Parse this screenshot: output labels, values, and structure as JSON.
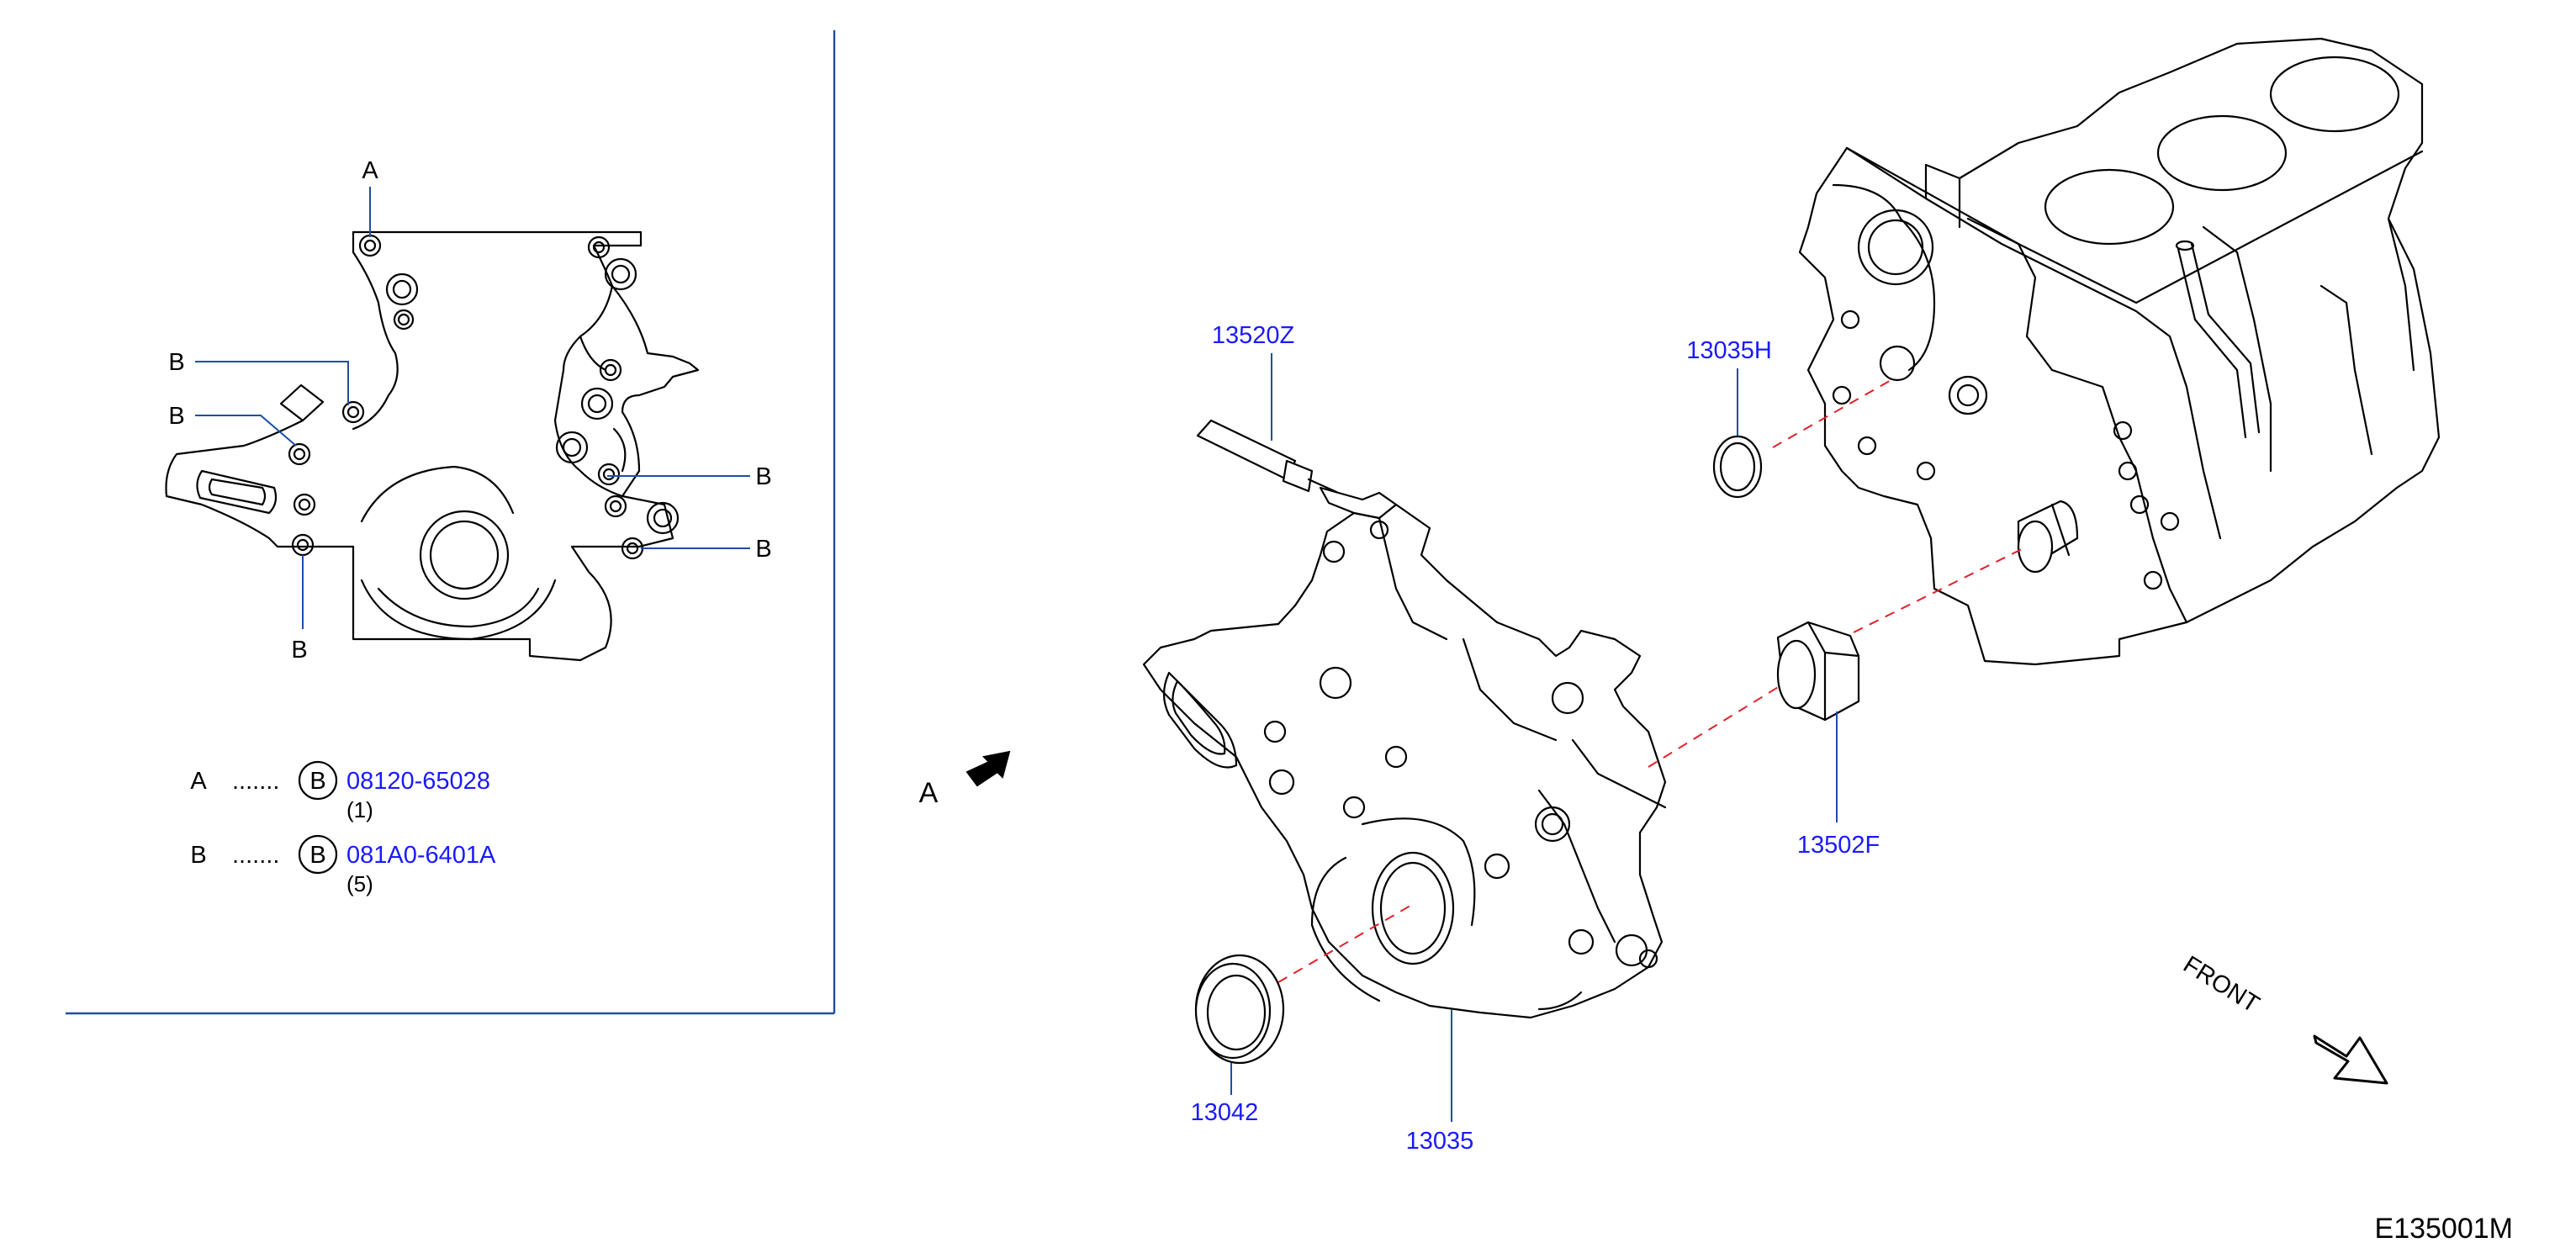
{
  "diagram_id": "E135001M",
  "front_label": "FRONT",
  "view_marker": "A",
  "detail": {
    "callout_a": "A",
    "callouts_b": [
      "B",
      "B",
      "B",
      "B",
      "B"
    ]
  },
  "legend": [
    {
      "key": "A",
      "dots": ".......",
      "symbol": "B",
      "part_no": "08120-65028",
      "qty": "(1)"
    },
    {
      "key": "B",
      "dots": ".......",
      "symbol": "B",
      "part_no": "081A0-6401A",
      "qty": "(5)"
    }
  ],
  "parts": {
    "p13520Z": "13520Z",
    "p13035H": "13035H",
    "p13502F": "13502F",
    "p13042": "13042",
    "p13035": "13035"
  },
  "colors": {
    "part_label": "#1a1aff",
    "leader": "#1d4fa3",
    "alignment_dash": "#e0202a"
  }
}
